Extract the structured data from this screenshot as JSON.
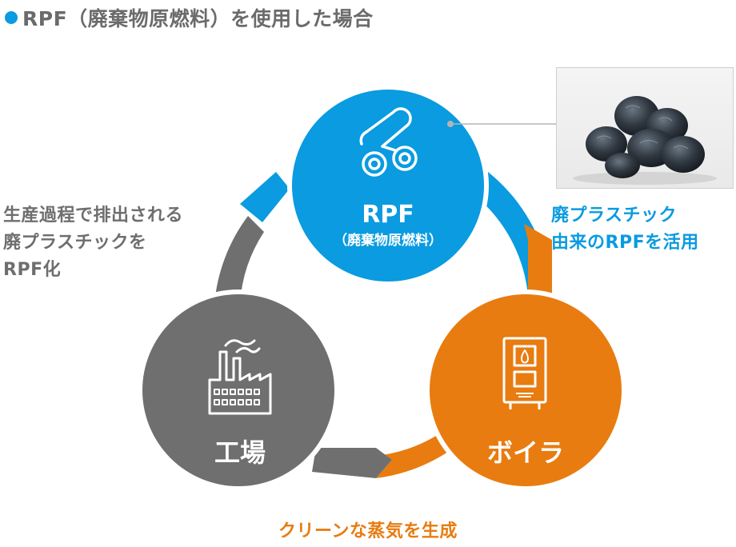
{
  "title": "RPF（廃棄物原燃料）を使用した場合",
  "colors": {
    "blue": "#0a9be0",
    "gray": "#6f6f6f",
    "orange": "#e87c10",
    "text_gray": "#6b6b6b"
  },
  "nodes": {
    "rpf": {
      "label": "RPF",
      "sublabel": "（廃棄物原燃料）",
      "icon": "rpf-roll-icon"
    },
    "factory": {
      "label": "工場",
      "icon": "factory-icon"
    },
    "boiler": {
      "label": "ボイラ",
      "icon": "boiler-icon"
    }
  },
  "notes": {
    "left": [
      "生産過程で排出される",
      "廃プラスチックを",
      "RPF化"
    ],
    "right": [
      "廃プラスチック",
      "由来のRPFを活用"
    ],
    "bottom": "クリーンな蒸気を生成"
  },
  "photo": {
    "subject": "rpf-pellets-photo"
  }
}
